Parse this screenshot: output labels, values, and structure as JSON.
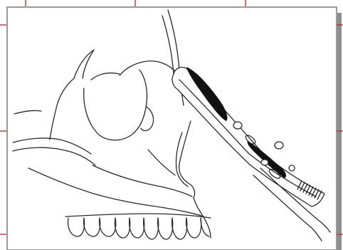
{
  "figure": {
    "subject": "",
    "colors": {
      "crop_mark": "#d0312d",
      "frame_border": "#9a9a9a",
      "shadow": "#8e8e8e",
      "line_art": "#2a2a2a",
      "fill_dark": "#111111",
      "background": "#ffffff"
    },
    "icons": [
      "crop-marks",
      "skull-lateral-line-drawing",
      "nasal-forceps-instrument"
    ]
  }
}
